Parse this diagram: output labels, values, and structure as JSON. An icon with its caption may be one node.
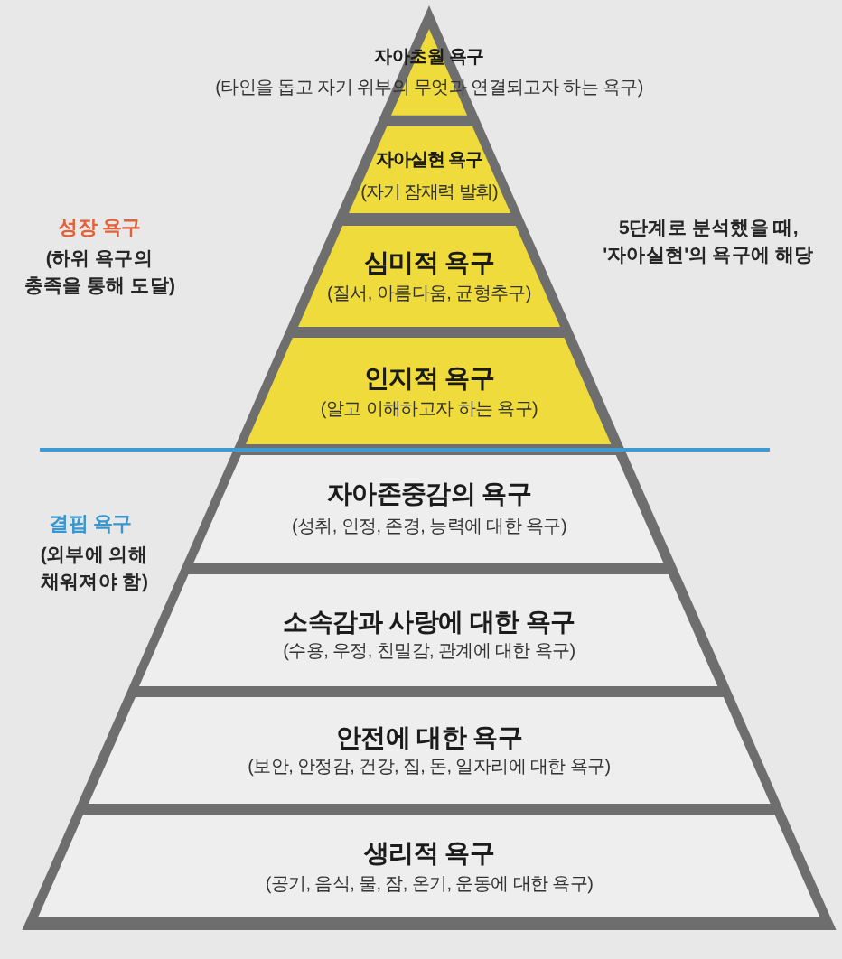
{
  "diagram": {
    "nodes": [
      {
        "text": [
          "자아초월 욕구",
          "(타인을 돕고 자기 위부의 무엇과 연결되고자 하는 욕구)"
        ]
      },
      {
        "text": [
          "자아실현 욕구",
          "(자기 잠재력 발휘)"
        ]
      },
      {
        "text": [
          "심미적 욕구",
          "(질서, 아름다움, 균형추구)"
        ]
      },
      {
        "text": [
          "인지적 욕구",
          "(알고 이해하고자 하는 욕구)"
        ]
      },
      {
        "text": [
          "자아존중감의 욕구",
          "(성취, 인정, 존경, 능력에 대한 욕구)"
        ]
      },
      {
        "text": [
          "소속감과 사랑에 대한 욕구",
          "(수용, 우정, 친밀감, 관계에 대한 욕구)"
        ]
      },
      {
        "text": [
          "안전에 대한 욕구",
          "(보안, 안정감, 건강, 집, 돈, 일자리에 대한 욕구)"
        ]
      },
      {
        "text": [
          "생리적 욕구",
          "(공기, 음식, 물, 잠, 온기, 운동에 대한 욕구)"
        ]
      }
    ],
    "labels": [
      "성장 욕구",
      "(하위 욕구의 충족을 통해 도달)",
      "5단계로 분석했을 때, '자아실현'의 욕구에 해당",
      "결핍 욕구",
      "(외부에 의해 채워져야 함)"
    ]
  }
}
